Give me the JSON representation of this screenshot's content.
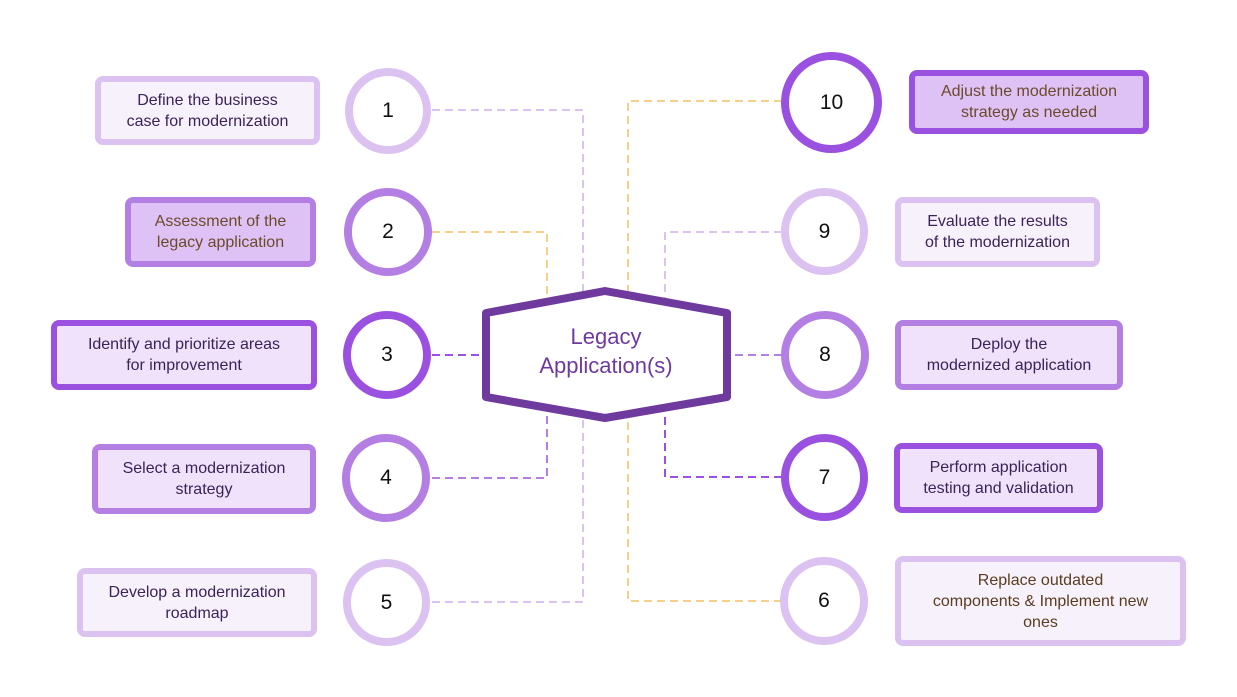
{
  "hub": {
    "label_line1": "Legacy",
    "label_line2": "Application(s)"
  },
  "colors": {
    "hub_stroke": "#6e3a9e",
    "light_purple": "#dcc2f1",
    "mid_purple": "#b37fe2",
    "strong_purple": "#9b51e0",
    "connector_yellow": "#f5d08a"
  },
  "steps": [
    {
      "number": "1",
      "line1": "Define the business",
      "line2": "case for modernization",
      "line3": ""
    },
    {
      "number": "2",
      "line1": "Assessment of the",
      "line2": "legacy application",
      "line3": ""
    },
    {
      "number": "3",
      "line1": "Identify and prioritize areas",
      "line2": "for improvement",
      "line3": ""
    },
    {
      "number": "4",
      "line1": "Select a modernization",
      "line2": "strategy",
      "line3": ""
    },
    {
      "number": "5",
      "line1": "Develop a modernization",
      "line2": "roadmap",
      "line3": ""
    },
    {
      "number": "6",
      "line1": "Replace outdated",
      "line2": "components & Implement new",
      "line3": "ones"
    },
    {
      "number": "7",
      "line1": "Perform application",
      "line2": "testing and validation",
      "line3": ""
    },
    {
      "number": "8",
      "line1": "Deploy the",
      "line2": "modernized application",
      "line3": ""
    },
    {
      "number": "9",
      "line1": "Evaluate the results",
      "line2": "of the modernization",
      "line3": ""
    },
    {
      "number": "10",
      "line1": "Adjust the modernization",
      "line2": "strategy as needed",
      "line3": ""
    }
  ]
}
